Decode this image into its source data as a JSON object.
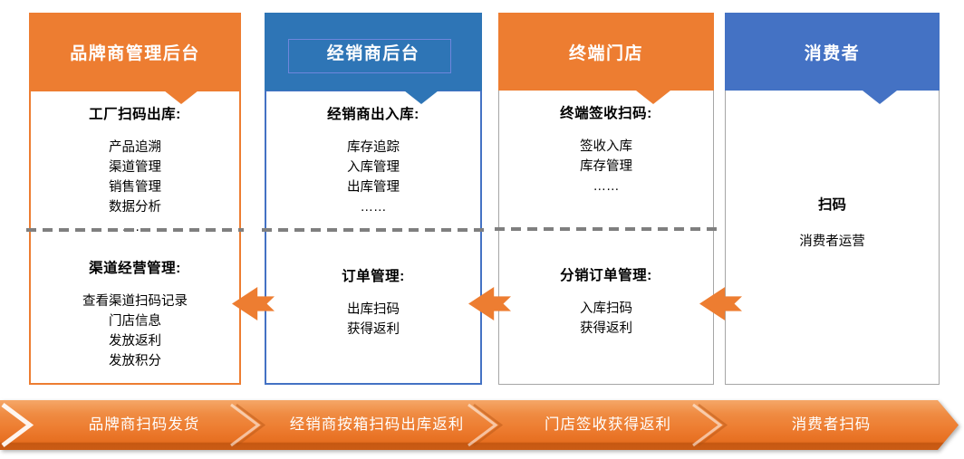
{
  "columns": [
    {
      "header": "品牌商管理后台",
      "top_section": {
        "title": "工厂扫码出库:",
        "items": [
          "产品追溯",
          "渠道管理",
          "销售管理",
          "数据分析",
          "……"
        ]
      },
      "bottom_section": {
        "title": "渠道经营管理:",
        "items": [
          "查看渠道扫码记录",
          "门店信息",
          "发放返利",
          "发放积分"
        ]
      }
    },
    {
      "header": "经销商后台",
      "top_section": {
        "title": "经销商出入库:",
        "items": [
          "库存追踪",
          "入库管理",
          "出库管理",
          "……"
        ]
      },
      "bottom_section": {
        "title": "订单管理:",
        "items": [
          "出库扫码",
          "获得返利"
        ]
      }
    },
    {
      "header": "终端门店",
      "top_section": {
        "title": "终端签收扫码:",
        "items": [
          "签收入库",
          "库存管理",
          "……"
        ]
      },
      "bottom_section": {
        "title": "分销订单管理:",
        "items": [
          "入库扫码",
          "获得返利"
        ]
      }
    },
    {
      "header": "消费者",
      "center_title": "扫码",
      "center_sub": "消费者运营"
    }
  ],
  "flow_arrows": [
    "left-arrow",
    "left-arrow",
    "left-arrow"
  ],
  "bottom_bar": {
    "segments": [
      "品牌商扫码发货",
      "经销商按箱扫码出库返利",
      "门店签收获得返利",
      "消费者扫码"
    ]
  },
  "colors": {
    "orange": "#ED7D31",
    "orange_dark": "#C65812",
    "blue_header_distributor": "#2E75B6",
    "blue_header_consumer": "#4472C4",
    "blue_border": "#4472C4",
    "gray_border": "#A6A6A6",
    "gray_dash": "#7F7F7F",
    "text_black": "#000000",
    "text_white": "#FFFFFF"
  }
}
